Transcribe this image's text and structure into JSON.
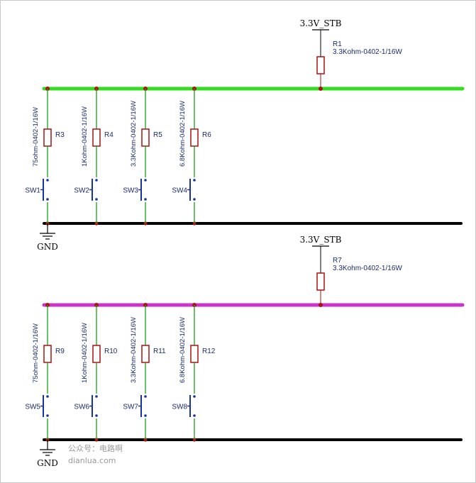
{
  "colors": {
    "bus_top": "#33dd22",
    "bus_bottom": "#cc33cc",
    "ground_bus": "#000000",
    "wire": "#1aa01a",
    "resistor": "#aa1111",
    "switch": "#1a3399",
    "junction": "#aa1111",
    "text": "#1a2a6c"
  },
  "circuits": [
    {
      "supply_label": "3.3V_STB",
      "pullup": {
        "ref": "R1",
        "value": "3.3Kohm-0402-1/16W"
      },
      "branches": [
        {
          "res_ref": "R3",
          "res_value": "75ohm-0402-1/16W",
          "sw_ref": "SW1"
        },
        {
          "res_ref": "R4",
          "res_value": "1Kohm-0402-1/16W",
          "sw_ref": "SW2"
        },
        {
          "res_ref": "R5",
          "res_value": "3.3Kohm-0402-1/16W",
          "sw_ref": "SW3"
        },
        {
          "res_ref": "R6",
          "res_value": "6.8Kohm-0402-1/16W",
          "sw_ref": "SW4"
        }
      ],
      "ground_label": "GND"
    },
    {
      "supply_label": "3.3V_STB",
      "pullup": {
        "ref": "R7",
        "value": "3.3Kohm-0402-1/16W"
      },
      "branches": [
        {
          "res_ref": "R9",
          "res_value": "75ohm-0402-1/16W",
          "sw_ref": "SW5"
        },
        {
          "res_ref": "R10",
          "res_value": "1Kohm-0402-1/16W",
          "sw_ref": "SW6"
        },
        {
          "res_ref": "R11",
          "res_value": "3.3Kohm-0402-1/16W",
          "sw_ref": "SW7"
        },
        {
          "res_ref": "R12",
          "res_value": "6.8Kohm-0402-1/16W",
          "sw_ref": "SW8"
        }
      ],
      "ground_label": "GND"
    }
  ],
  "watermark": {
    "line1": "公众号：电路啊",
    "line2": "dianlua.com"
  }
}
